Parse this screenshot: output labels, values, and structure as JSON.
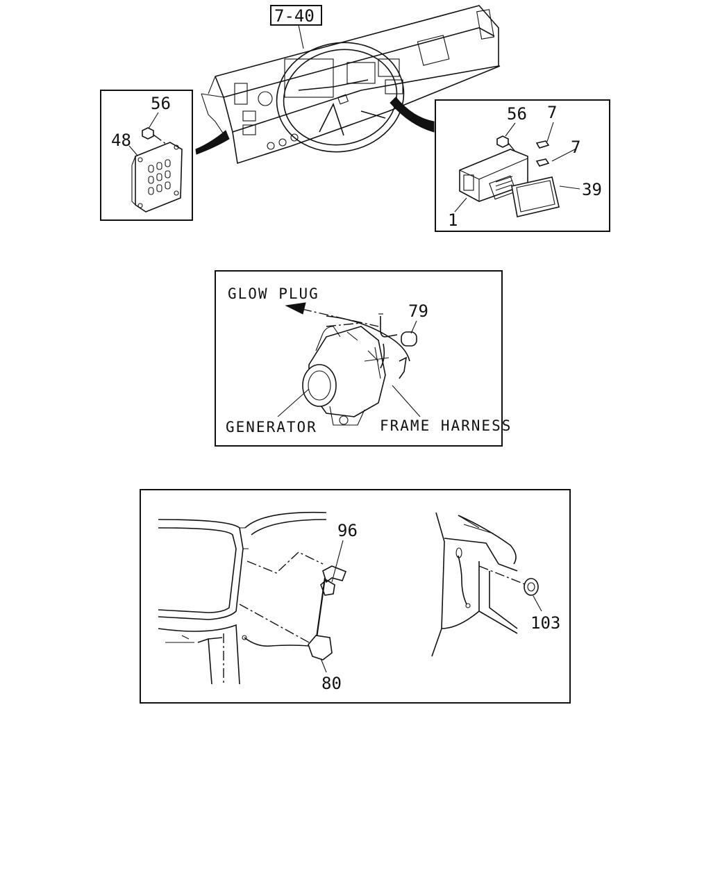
{
  "ref_box": {
    "label": "7-40"
  },
  "top_left_panel": {
    "callouts": [
      "56",
      "48"
    ]
  },
  "top_right_panel": {
    "callouts": [
      "56",
      "7",
      "7",
      "39",
      "1"
    ]
  },
  "middle_panel": {
    "arrow_label": "GLOW PLUG",
    "callout": "79",
    "generator_label": "GENERATOR",
    "harness_label": "FRAME HARNESS"
  },
  "bottom_panel": {
    "callouts": [
      "96",
      "80",
      "103"
    ]
  }
}
